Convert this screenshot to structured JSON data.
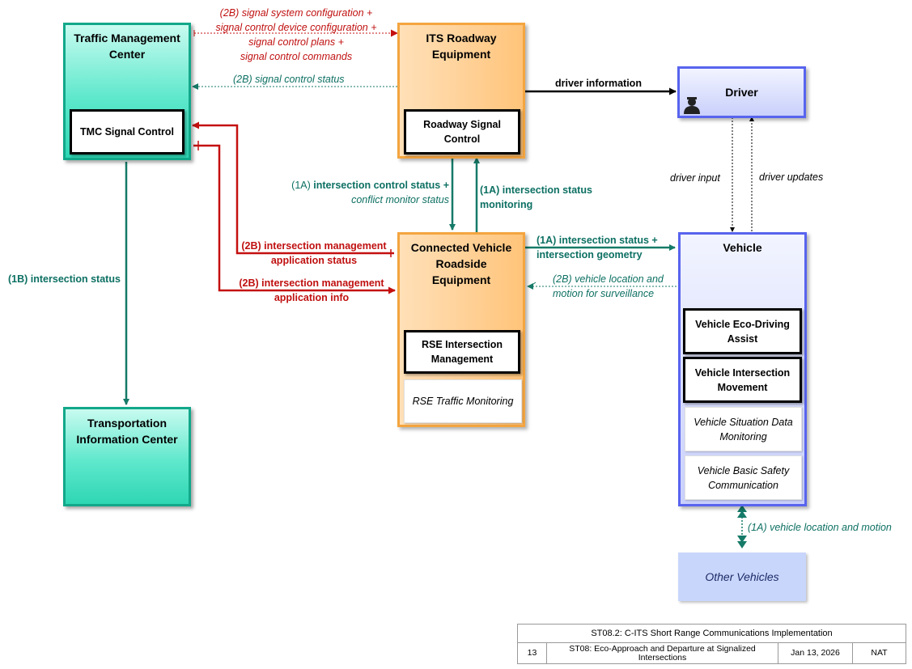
{
  "nodes": {
    "tmc": {
      "title_line1": "Traffic Management",
      "title_line2": "Center",
      "sub": "TMC Signal Control"
    },
    "its": {
      "title_line1": "ITS Roadway",
      "title_line2": "Equipment",
      "sub_line1": "Roadway Signal",
      "sub_line2": "Control"
    },
    "driver": {
      "title": "Driver"
    },
    "cvre": {
      "title_line1": "Connected Vehicle",
      "title_line2": "Roadside",
      "title_line3": "Equipment",
      "sub1_line1": "RSE Intersection",
      "sub1_line2": "Management",
      "sub2": "RSE Traffic Monitoring"
    },
    "vehicle": {
      "title": "Vehicle",
      "sub1_line1": "Vehicle Eco-Driving",
      "sub1_line2": "Assist",
      "sub2_line1": "Vehicle Intersection",
      "sub2_line2": "Movement",
      "sub3_line1": "Vehicle Situation Data",
      "sub3_line2": "Monitoring",
      "sub4_line1": "Vehicle Basic Safety",
      "sub4_line2": "Communication"
    },
    "tic": {
      "title_line1": "Transportation",
      "title_line2": "Information Center"
    },
    "other": {
      "title": "Other Vehicles"
    }
  },
  "flows": {
    "tmc_to_its": {
      "line1": "(2B) signal system configuration +",
      "line2": "signal control device configuration +",
      "line3": "signal control plans +",
      "line4": "signal control commands"
    },
    "its_to_tmc": {
      "text": "(2B) signal control status"
    },
    "driver_info": {
      "text": "driver information"
    },
    "driver_input": {
      "text": "driver input"
    },
    "driver_updates": {
      "text": "driver updates"
    },
    "cvre_to_its_prefix": "(1A) ",
    "cvre_to_its_line1": "intersection control status +",
    "cvre_to_its_line2": "conflict monitor status",
    "its_to_cvre_line1": "(1A) intersection status",
    "its_to_cvre_line2": "monitoring",
    "cvre_to_tmc_line1": "(2B) intersection management",
    "cvre_to_tmc_line2": "application status",
    "tmc_to_cvre_line1": "(2B) intersection management",
    "tmc_to_cvre_line2": "application info",
    "tmc_to_tic": "(1B) intersection status",
    "cvre_to_veh_line1": "(1A) intersection status +",
    "cvre_to_veh_line2": "intersection geometry",
    "veh_to_cvre_line1": "(2B) vehicle location and",
    "veh_to_cvre_line2": "motion for surveillance",
    "veh_other": "(1A) vehicle location and motion"
  },
  "footer": {
    "title": "ST08.2: C-ITS Short Range Communications Implementation",
    "page": "13",
    "desc_line1": "ST08: Eco-Approach and Departure at Signalized",
    "desc_line2": "Intersections",
    "date": "Jan 13, 2026",
    "org": "NAT"
  },
  "colors": {
    "green_flow": "#157a68",
    "red_flow": "#c41010",
    "black_flow": "#000000",
    "tmc_border": "#12a88a",
    "its_border": "#f4a540",
    "vehicle_border": "#5864ee"
  }
}
